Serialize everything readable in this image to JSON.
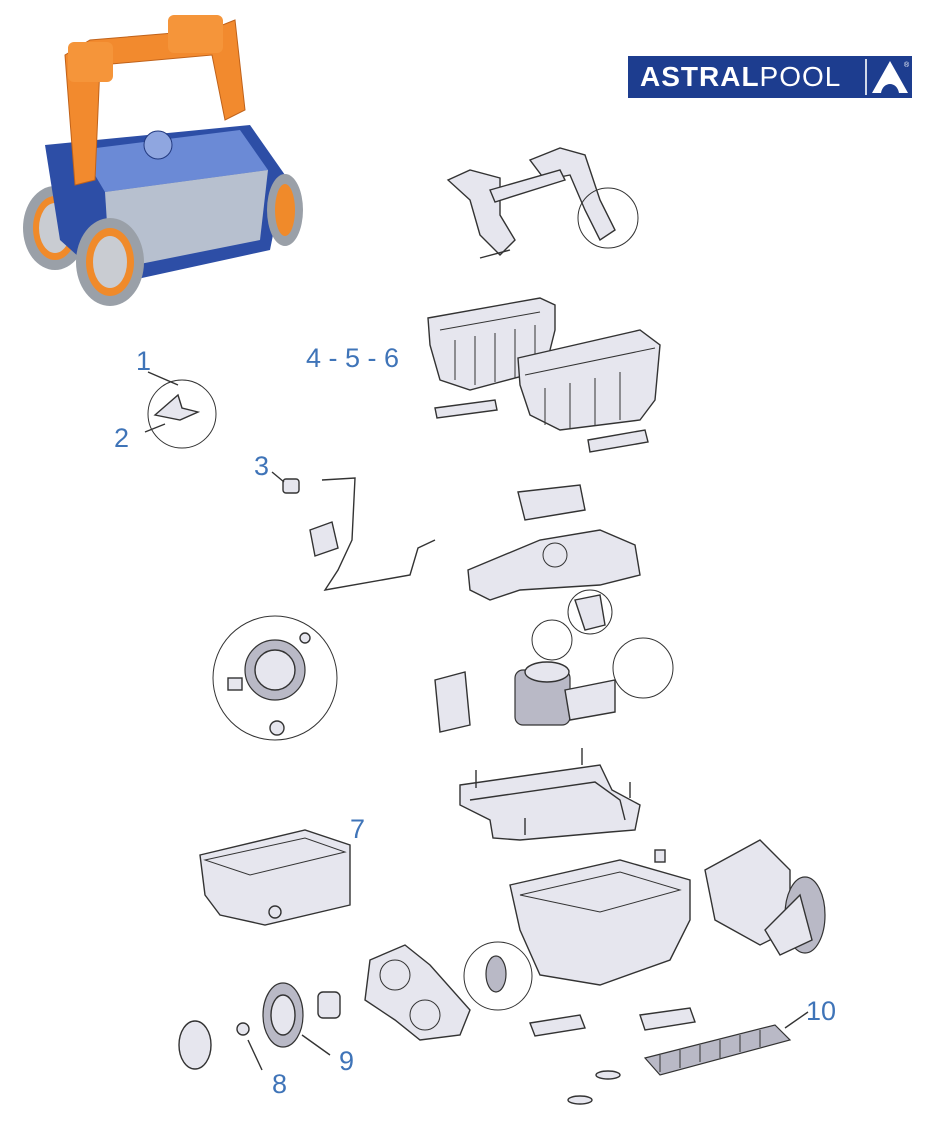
{
  "brand": {
    "name_bold": "ASTRAL",
    "name_light": "POOL",
    "registered": "®"
  },
  "callouts": {
    "c1": "1",
    "c2": "2",
    "c3": "3",
    "c456": "4 - 5 - 6",
    "c7": "7",
    "c8": "8",
    "c9": "9",
    "c10": "10"
  },
  "colors": {
    "label": "#3f74b8",
    "brand_bg": "#1d3d8f",
    "robot_body": "#2f4fa8",
    "robot_handle": "#f28a2e"
  }
}
